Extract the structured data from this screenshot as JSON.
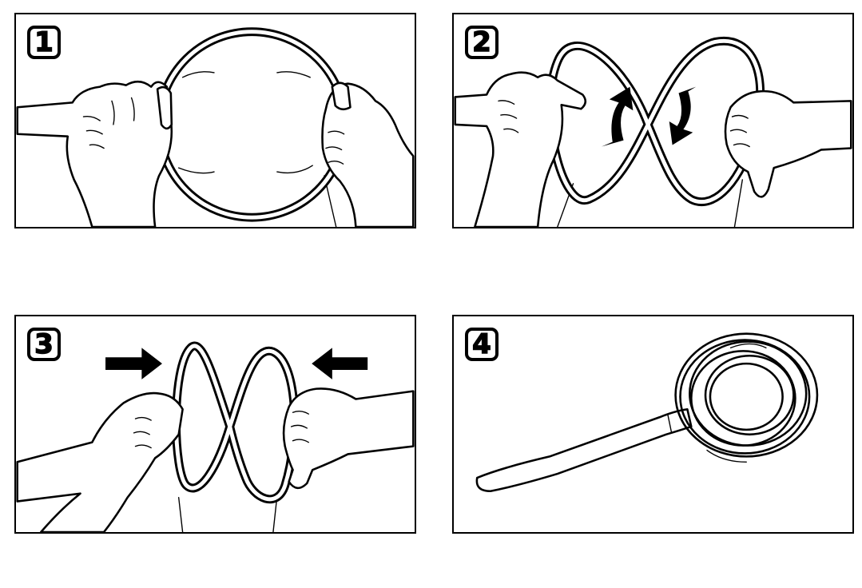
{
  "steps": [
    {
      "number": "1"
    },
    {
      "number": "2"
    },
    {
      "number": "3"
    },
    {
      "number": "4"
    }
  ],
  "icons": {
    "arrow_up_curved": "curved-arrow-up-icon",
    "arrow_down_curved": "curved-arrow-down-icon",
    "arrow_right": "arrow-right-icon",
    "arrow_left": "arrow-left-icon"
  },
  "colors": {
    "ink": "#000000",
    "paper": "#ffffff"
  }
}
